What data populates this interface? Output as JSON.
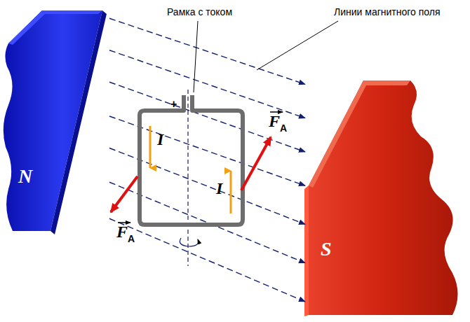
{
  "diagram": {
    "nodes": [
      {
        "text": [
          "N"
        ]
      },
      {
        "text": [
          "S"
        ]
      }
    ],
    "edges": [
      {
        "from": 0,
        "to": 1,
        "arrow": "to"
      },
      {
        "from": 0,
        "to": 1,
        "arrow": "to"
      },
      {
        "from": 0,
        "to": 1,
        "arrow": "to"
      },
      {
        "from": 0,
        "to": 1,
        "arrow": "to"
      },
      {
        "from": 0,
        "to": 1,
        "arrow": "to"
      },
      {
        "from": 0,
        "to": 1,
        "arrow": "to"
      },
      {
        "from": 0,
        "to": 1,
        "arrow": "to"
      }
    ],
    "labels": [
      "Рамка с током",
      "Линии магнитного поля",
      "+",
      "I",
      "F",
      "A",
      "I",
      "F",
      "A"
    ]
  }
}
